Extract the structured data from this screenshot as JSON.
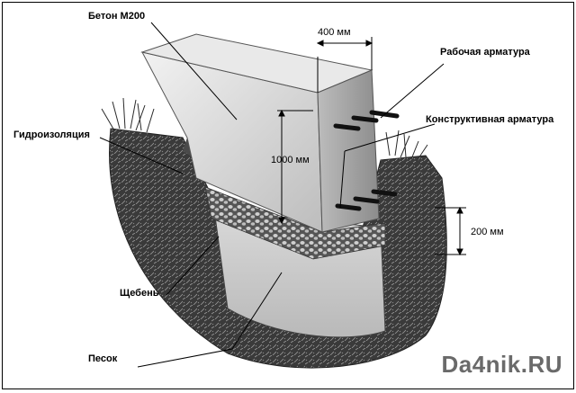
{
  "labels": {
    "concrete": "Бетон М200",
    "waterproofing": "Гидроизоляция",
    "rubble": "Щебень",
    "sand": "Песок",
    "working_rebar": "Рабочая арматура",
    "structural_rebar": "Конструктивная арматура"
  },
  "dimensions": {
    "width": "400 мм",
    "height": "1000 мм",
    "depth": "200 мм"
  },
  "watermark": "Da4nik.RU"
}
